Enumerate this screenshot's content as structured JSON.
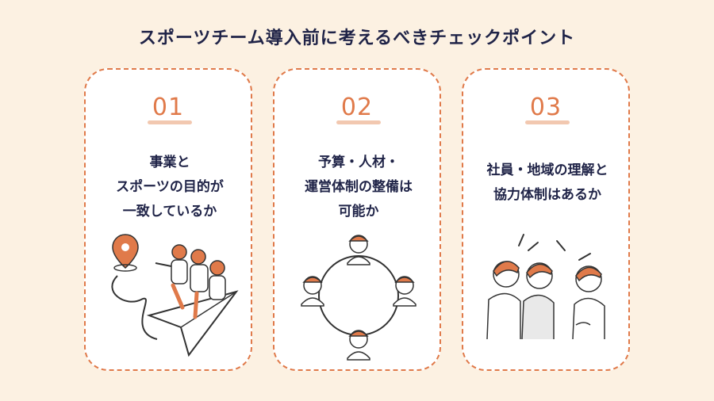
{
  "title": "スポーツチーム導入前に考えるべきチェックポイント",
  "cards": [
    {
      "num": "01",
      "lines": [
        "事業と",
        "スポーツの目的が",
        "一致しているか"
      ],
      "illustration": "team-riding-paper-plane"
    },
    {
      "num": "02",
      "lines": [
        "予算・人材・",
        "運営体制の整備は",
        "可能か"
      ],
      "illustration": "connected-people-circle"
    },
    {
      "num": "03",
      "lines": [
        "社員・地域の理解と",
        "協力体制はあるか"
      ],
      "illustration": "people-talking"
    }
  ],
  "colors": {
    "accent": "#e07a4a",
    "text": "#1f2347",
    "background": "#fcf1e2"
  }
}
